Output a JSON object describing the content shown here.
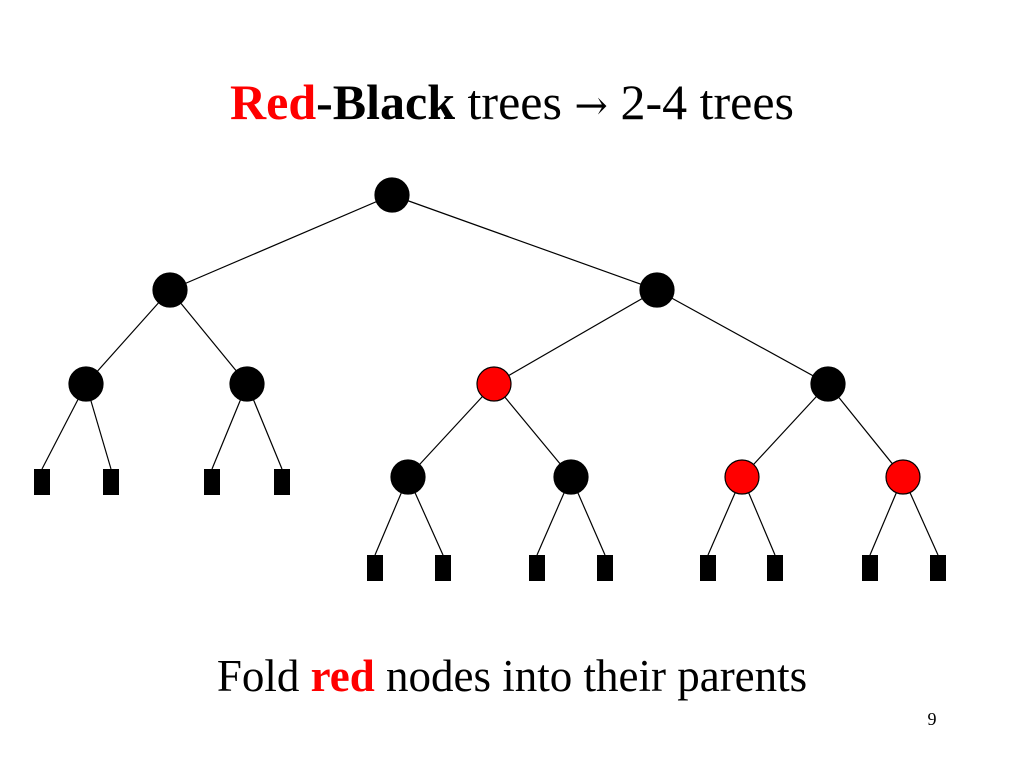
{
  "title": {
    "part1": "Red",
    "part2": "-Black",
    "part3": " trees ",
    "arrow": "→",
    "part4": " 2-4 trees"
  },
  "caption": {
    "part1": "Fold ",
    "part2": "red",
    "part3": " nodes into their parents"
  },
  "page_number": "9",
  "colors": {
    "red": "#ff0000",
    "black": "#000000",
    "background": "#ffffff"
  },
  "tree": {
    "nodes": [
      {
        "id": "root",
        "color": "black"
      },
      {
        "id": "L",
        "color": "black"
      },
      {
        "id": "R",
        "color": "black"
      },
      {
        "id": "LL",
        "color": "black"
      },
      {
        "id": "LR",
        "color": "black"
      },
      {
        "id": "RL",
        "color": "red"
      },
      {
        "id": "RR",
        "color": "black"
      },
      {
        "id": "RLL",
        "color": "black"
      },
      {
        "id": "RLR",
        "color": "black"
      },
      {
        "id": "RRL",
        "color": "red"
      },
      {
        "id": "RRR",
        "color": "red"
      }
    ],
    "leaves": [
      {
        "id": "LL-nil-1"
      },
      {
        "id": "LL-nil-2"
      },
      {
        "id": "LR-nil-1"
      },
      {
        "id": "LR-nil-2"
      },
      {
        "id": "RLL-nil-1"
      },
      {
        "id": "RLL-nil-2"
      },
      {
        "id": "RLR-nil-1"
      },
      {
        "id": "RLR-nil-2"
      },
      {
        "id": "RRL-nil-1"
      },
      {
        "id": "RRL-nil-2"
      },
      {
        "id": "RRR-nil-1"
      },
      {
        "id": "RRR-nil-2"
      }
    ],
    "edges": [
      [
        "root",
        "L"
      ],
      [
        "root",
        "R"
      ],
      [
        "L",
        "LL"
      ],
      [
        "L",
        "LR"
      ],
      [
        "R",
        "RL"
      ],
      [
        "R",
        "RR"
      ],
      [
        "RL",
        "RLL"
      ],
      [
        "RL",
        "RLR"
      ],
      [
        "RR",
        "RRL"
      ],
      [
        "RR",
        "RRR"
      ],
      [
        "LL",
        "LL-nil-1"
      ],
      [
        "LL",
        "LL-nil-2"
      ],
      [
        "LR",
        "LR-nil-1"
      ],
      [
        "LR",
        "LR-nil-2"
      ],
      [
        "RLL",
        "RLL-nil-1"
      ],
      [
        "RLL",
        "RLL-nil-2"
      ],
      [
        "RLR",
        "RLR-nil-1"
      ],
      [
        "RLR",
        "RLR-nil-2"
      ],
      [
        "RRL",
        "RRL-nil-1"
      ],
      [
        "RRL",
        "RRL-nil-2"
      ],
      [
        "RRR",
        "RRR-nil-1"
      ],
      [
        "RRR",
        "RRR-nil-2"
      ]
    ]
  }
}
